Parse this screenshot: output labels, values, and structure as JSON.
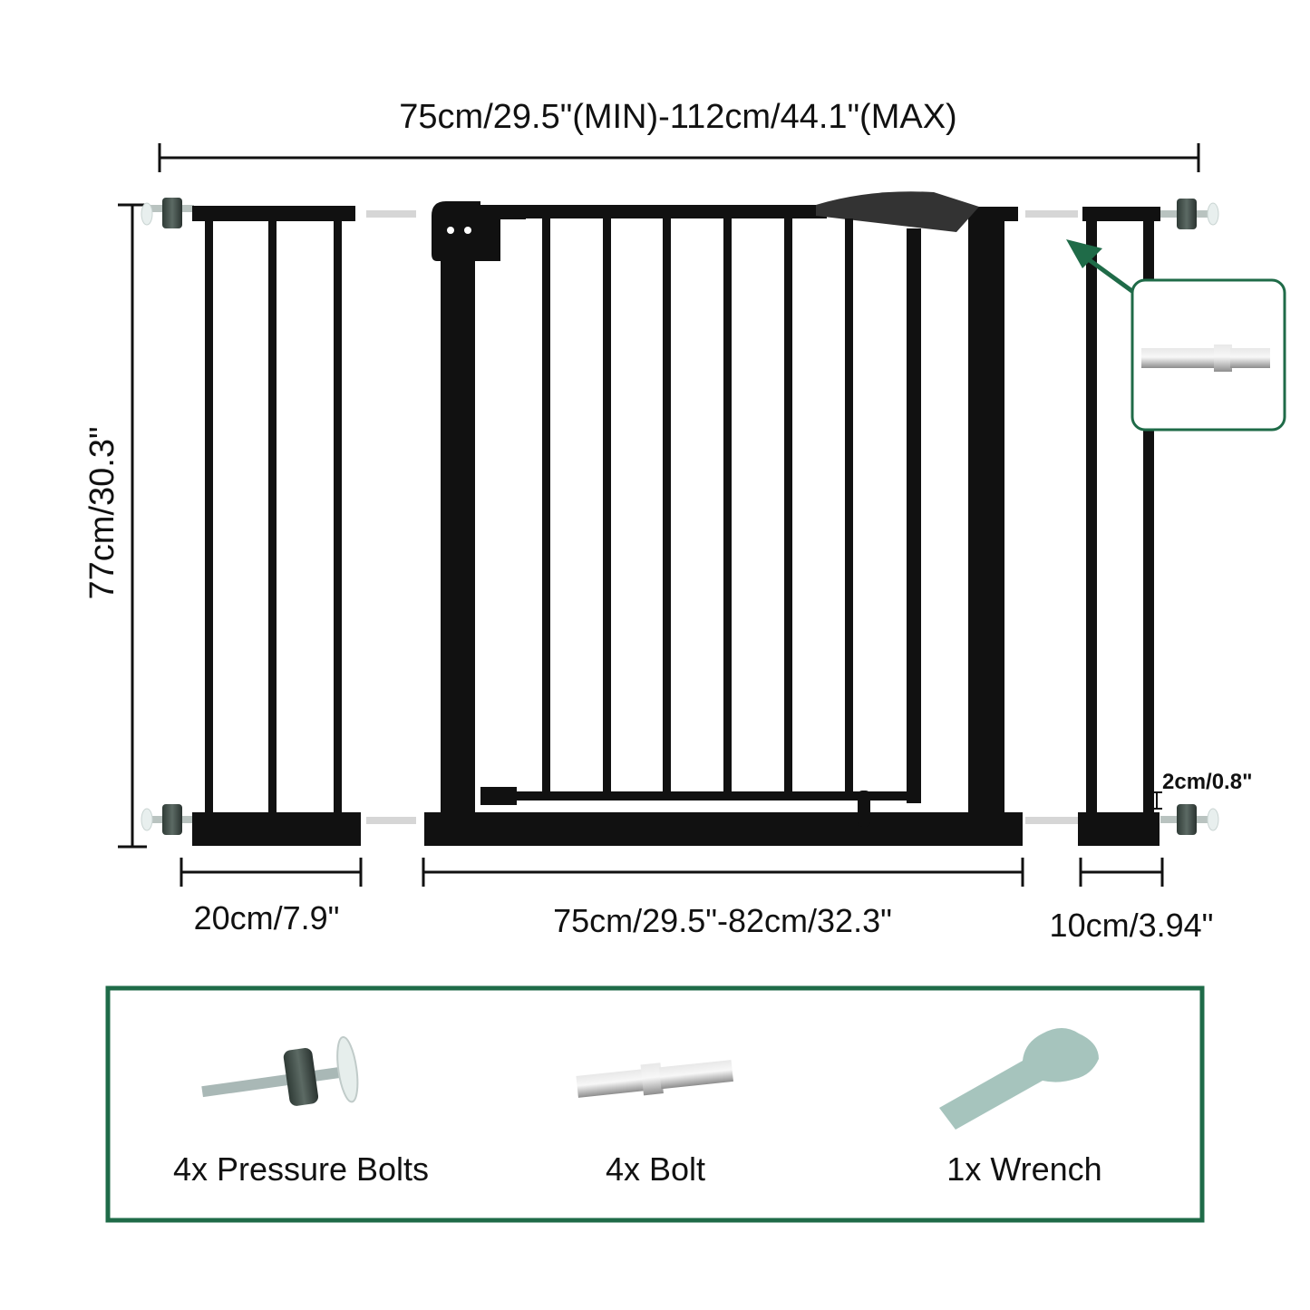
{
  "dimensions": {
    "overall_width": "75cm/29.5\"(MIN)-112cm/44.1\"(MAX)",
    "height": "77cm/30.3\"",
    "left_extension": "20cm/7.9\"",
    "gate_width": "75cm/29.5\"-82cm/32.3\"",
    "right_extension": "10cm/3.94\"",
    "bolt_spacing": "2cm/0.8\""
  },
  "parts": {
    "items": [
      {
        "label": "4x Pressure Bolts",
        "icon": "pressure-bolt-icon"
      },
      {
        "label": "4x Bolt",
        "icon": "bolt-icon"
      },
      {
        "label": "1x Wrench",
        "icon": "wrench-icon"
      }
    ]
  },
  "colors": {
    "frame": "#111111",
    "accent": "#1f6b48",
    "metal": "#c8c8c8"
  }
}
